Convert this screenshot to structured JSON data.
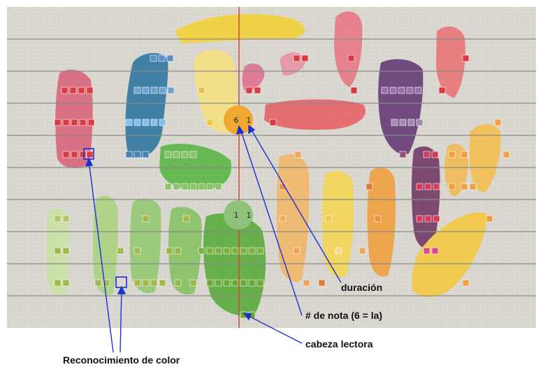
{
  "annotations": {
    "duration": "duración",
    "note_number": "# de nota (6 = la)",
    "read_head": "cabeza lectora",
    "color_recognition": "Reconocimiento de color"
  },
  "markers": [
    {
      "id": "orange",
      "color": "#f0a830",
      "note": "6",
      "duration": "1"
    },
    {
      "id": "green",
      "color": "#8ec27a",
      "note": "1",
      "duration": "1"
    }
  ],
  "colors": {
    "annotation_line": "#1d2fd0",
    "read_head_line": "#d44a3a",
    "staff_line": "#8a8a8a",
    "paper": "#d8d6cf"
  }
}
